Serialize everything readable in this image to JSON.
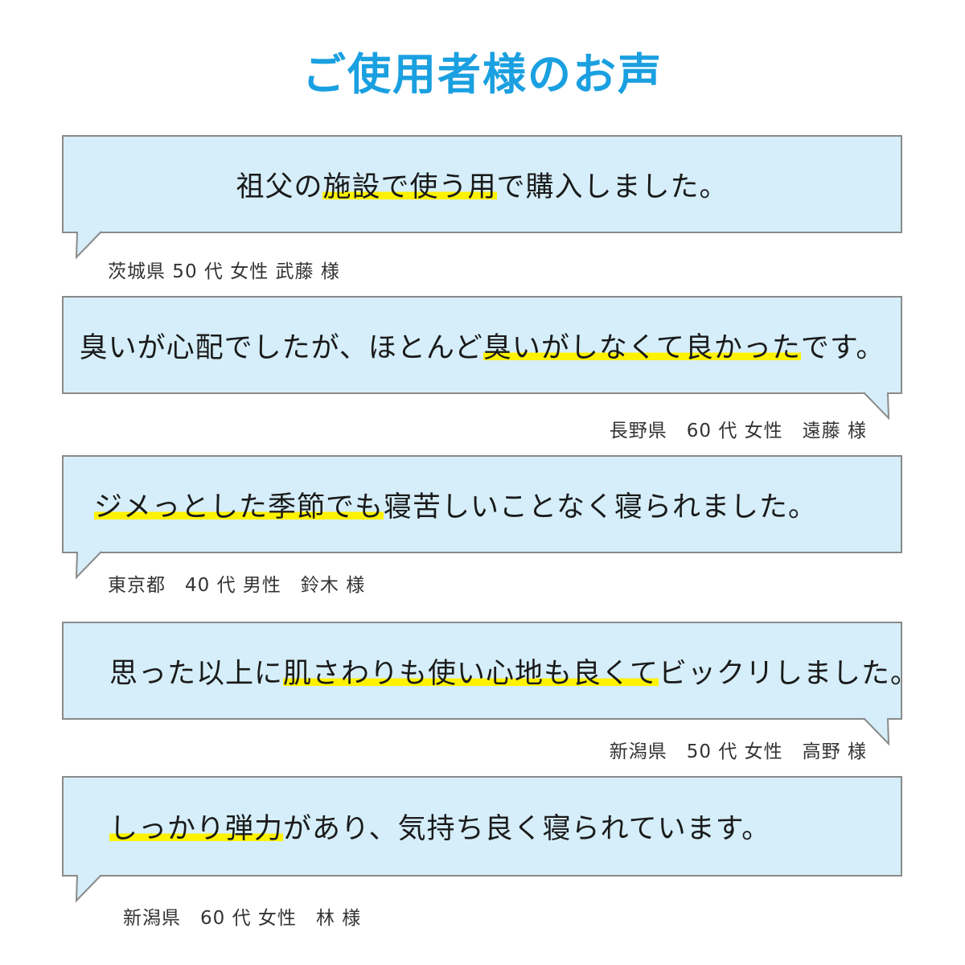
{
  "title": "ご使用者様のお声",
  "colors": {
    "title": "#1aa0e0",
    "bubble_fill": "#d5eef9",
    "bubble_border": "#8a8a8a",
    "highlight": "#fff200"
  },
  "reviews": [
    {
      "pre": "祖父の",
      "highlight": "施設で使う用",
      "post": "で購入しました。",
      "author": "茨城県 50 代 女性 武藤 様"
    },
    {
      "pre": "臭いが心配でしたが、ほとんど",
      "highlight": "臭いがしなくて良かった",
      "post": "です。",
      "author": "長野県　60 代 女性　遠藤 様"
    },
    {
      "pre": "",
      "highlight": "ジメっとした季節でも",
      "post": "寝苦しいことなく寝られました。",
      "author": "東京都　40 代 男性　鈴木 様"
    },
    {
      "pre": "思った以上に",
      "highlight": "肌さわりも使い心地も良くて",
      "post": "ビックリしました。",
      "author": "新潟県　50 代 女性　高野 様"
    },
    {
      "pre": "",
      "highlight": "しっかり弾力",
      "post": "があり、気持ち良く寝られています。",
      "author": "新潟県　60 代 女性　林 様"
    }
  ]
}
